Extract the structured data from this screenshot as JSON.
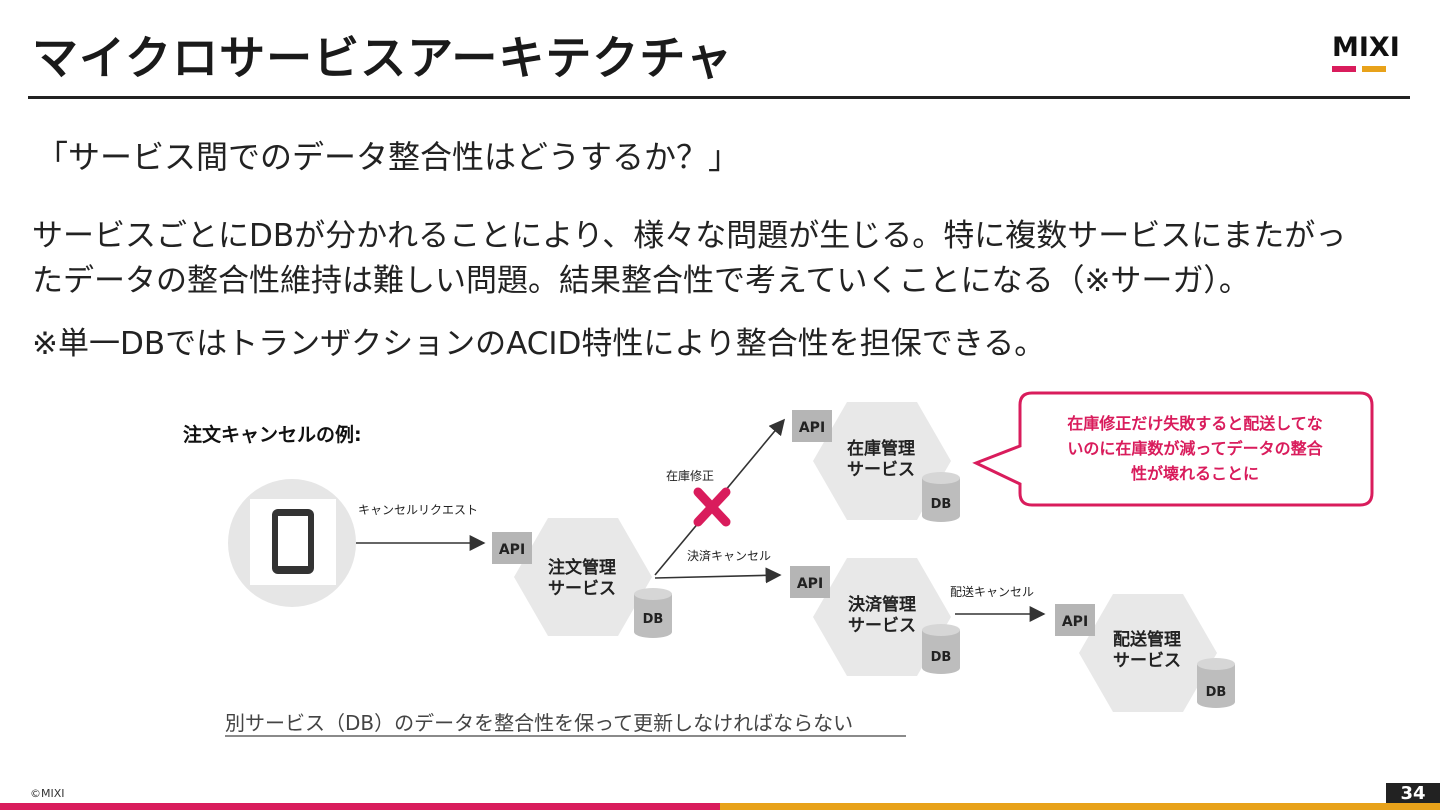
{
  "slide": {
    "title": "マイクロサービスアーキテクチャ",
    "subtitle": "「サービス間でのデータ整合性はどうするか？」",
    "paragraph_line1": "サービスごとにDBが分かれることにより、様々な問題が生じる。特に複数サービスにまたがっ",
    "paragraph_line2": "たデータの整合性維持は難しい問題。結果整合性で考えていくことになる（※サーガ）。",
    "note": "※単一DBではトランザクションのACID特性により整合性を担保できる。",
    "copyright": "©MIXI",
    "page_number": "34"
  },
  "logo": {
    "text": "MIXI",
    "colors": [
      "#d91c5c",
      "#e8a21a"
    ]
  },
  "diagram": {
    "example_label": "注文キャンセルの例:",
    "cancel_request_label": "キャンセルリクエスト",
    "inventory_fix_label": "在庫修正",
    "payment_cancel_label": "決済キャンセル",
    "shipping_cancel_label": "配送キャンセル",
    "api_label": "API",
    "db_label": "DB",
    "services": [
      {
        "line1": "注文管理",
        "line2": "サービス"
      },
      {
        "line1": "在庫管理",
        "line2": "サービス"
      },
      {
        "line1": "決済管理",
        "line2": "サービス"
      },
      {
        "line1": "配送管理",
        "line2": "サービス"
      }
    ],
    "callout_line1": "在庫修正だけ失敗すると配送してな",
    "callout_line2": "いのに在庫数が減ってデータの整合",
    "callout_line3": "性が壊れることに",
    "caption": "別サービス（DB）のデータを整合性を保って更新しなければならない",
    "colors": {
      "accent": "#d91c5c",
      "hex": "#e8e8e8",
      "api": "#b5b5b5",
      "db": "#bdbdbd"
    }
  }
}
